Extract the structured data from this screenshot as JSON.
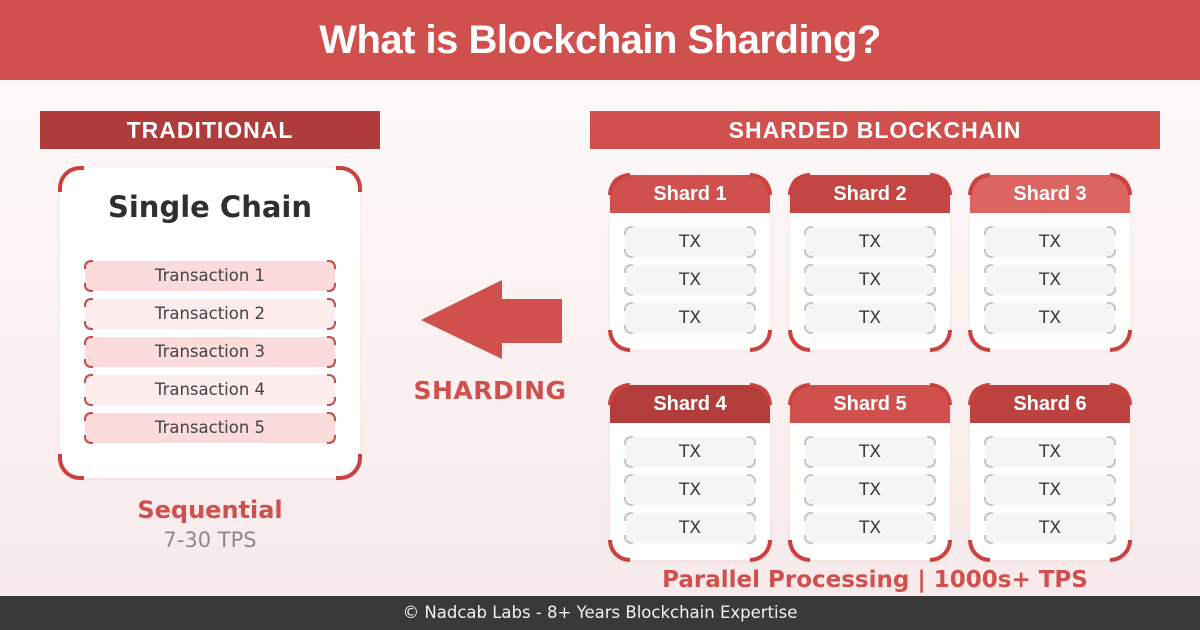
{
  "theme": {
    "accent_red": "#d0504e",
    "dark_red": "#b03b3b",
    "arc_red": "#c9423f",
    "footer_bg": "#393939"
  },
  "header": {
    "title": "What is Blockchain Sharding?"
  },
  "traditional": {
    "label": "TRADITIONAL",
    "card_title": "Single Chain",
    "transactions": [
      "Transaction 1",
      "Transaction 2",
      "Transaction 3",
      "Transaction 4",
      "Transaction 5"
    ],
    "caption": "Sequential",
    "tps": "7-30 TPS"
  },
  "sharding": {
    "arrow_label": "SHARDING",
    "arrow_icon": "left-arrow"
  },
  "sharded": {
    "label": "SHARDED BLOCKCHAIN",
    "caption": "Parallel Processing | 1000s+ TPS",
    "shards": [
      {
        "title": "Shard 1",
        "color": "#d0504e",
        "tx": [
          "TX",
          "TX",
          "TX"
        ]
      },
      {
        "title": "Shard 2",
        "color": "#c44643",
        "tx": [
          "TX",
          "TX",
          "TX"
        ]
      },
      {
        "title": "Shard 3",
        "color": "#dc6562",
        "tx": [
          "TX",
          "TX",
          "TX"
        ]
      },
      {
        "title": "Shard 4",
        "color": "#b23d3b",
        "tx": [
          "TX",
          "TX",
          "TX"
        ]
      },
      {
        "title": "Shard 5",
        "color": "#d0504e",
        "tx": [
          "TX",
          "TX",
          "TX"
        ]
      },
      {
        "title": "Shard 6",
        "color": "#bc4240",
        "tx": [
          "TX",
          "TX",
          "TX"
        ]
      }
    ]
  },
  "footer": {
    "text": "© Nadcab Labs - 8+ Years Blockchain Expertise"
  }
}
